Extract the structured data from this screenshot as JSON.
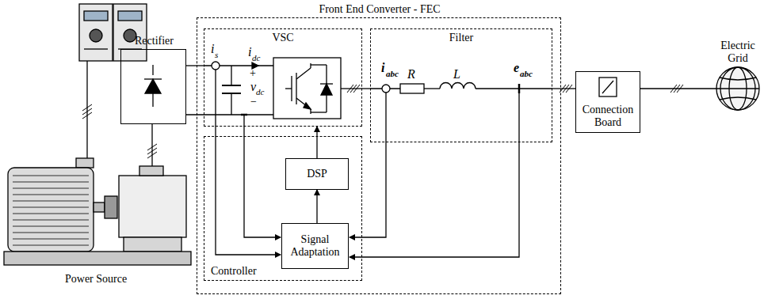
{
  "diagram": {
    "nodes": [
      {
        "text": [
          "Front End Converter - FEC"
        ]
      },
      {
        "text": [
          "VSC"
        ],
        "in": 0
      },
      {
        "text": [
          "Filter"
        ],
        "in": 0
      },
      {
        "text": [
          "Controller"
        ],
        "in": 0
      },
      {
        "text": [
          "DSP"
        ],
        "in": 3
      },
      {
        "text": [
          "Signal Adaptation"
        ],
        "in": 3
      },
      {
        "text": [
          "Rectifier"
        ]
      },
      {
        "text": [
          "Connection Board"
        ]
      },
      {
        "text": [
          "Electric Grid"
        ]
      }
    ],
    "edges": [
      {
        "from": 6,
        "to": 1,
        "arrow": "none"
      },
      {
        "from": 1,
        "to": 2,
        "arrow": "none"
      },
      {
        "from": 2,
        "to": 7,
        "arrow": "none"
      },
      {
        "from": 7,
        "to": 8,
        "arrow": "none"
      },
      {
        "from": 5,
        "to": 4,
        "arrow": "to"
      },
      {
        "from": 4,
        "to": 1,
        "arrow": "to"
      }
    ],
    "labels": [
      "i",
      "s",
      "i",
      "dc",
      "+",
      "v",
      "dc",
      "−",
      "i",
      "abc",
      "R",
      "L",
      "e",
      "abc",
      "Power Source"
    ]
  }
}
